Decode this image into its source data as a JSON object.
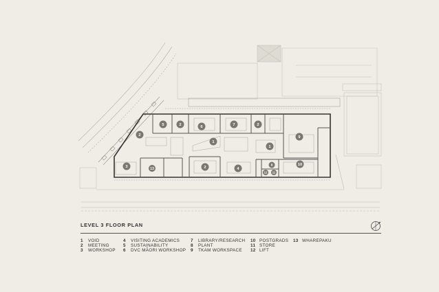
{
  "title": "LEVEL 3 FLOOR PLAN",
  "legend": [
    {
      "num": "1",
      "label": "VOID"
    },
    {
      "num": "2",
      "label": "MEETING"
    },
    {
      "num": "3",
      "label": "WORKSHOP"
    },
    {
      "num": "4",
      "label": "VISITING ACADEMICS"
    },
    {
      "num": "5",
      "label": "SUSTAINABILITY"
    },
    {
      "num": "6",
      "label": "DVC MĀORI WORKSHOP"
    },
    {
      "num": "7",
      "label": "LIBRARY/RESEARCH"
    },
    {
      "num": "8",
      "label": "PLANT"
    },
    {
      "num": "9",
      "label": "TKAM WORKSPACE"
    },
    {
      "num": "10",
      "label": "POSTGRADS"
    },
    {
      "num": "11",
      "label": "STORE"
    },
    {
      "num": "12",
      "label": "LIFT"
    },
    {
      "num": "13",
      "label": "WHAREPAKU"
    }
  ],
  "room_markers": [
    "5",
    "2",
    "6",
    "7",
    "2",
    "1",
    "9",
    "1",
    "3",
    "13",
    "2",
    "4",
    "8",
    "12",
    "11",
    "10",
    "2"
  ],
  "colors": {
    "background": "#f0ede6",
    "line": "#9a968e",
    "wall": "#333333",
    "marker": "#7a7670"
  },
  "icons": {
    "north_arrow": "north-arrow-icon"
  }
}
